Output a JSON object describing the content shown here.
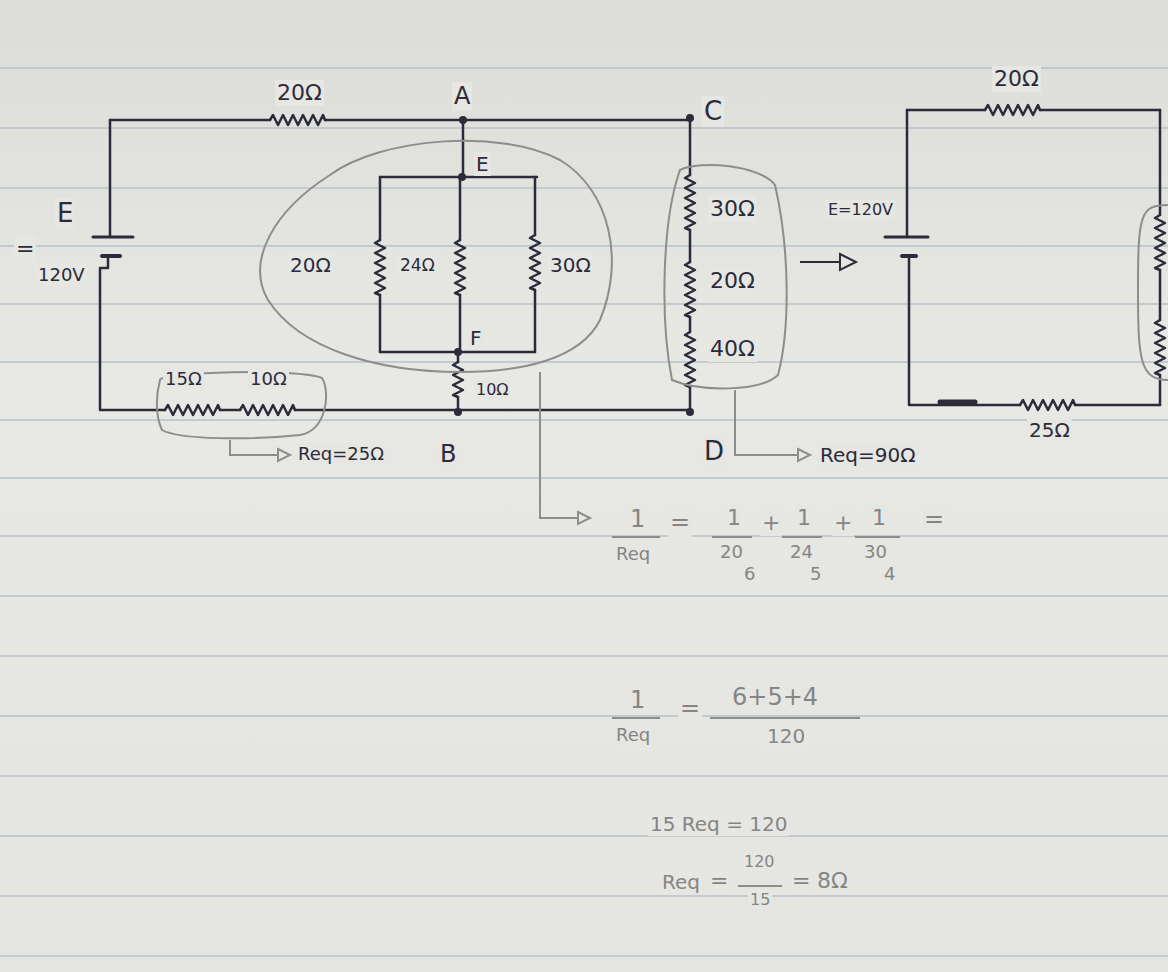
{
  "diagram": {
    "labels": [
      "20Ω",
      "A",
      "C",
      "20Ω",
      "E",
      "=",
      "120V",
      "E",
      "20Ω",
      "24Ω",
      "30Ω",
      "30Ω",
      "E=120V",
      "20Ω",
      "40Ω",
      "F",
      "15Ω",
      "10Ω",
      "10Ω",
      "25Ω",
      "Req=25Ω",
      "B",
      "D",
      "Req=90Ω",
      "1",
      "Req",
      "=",
      "1",
      "20",
      "6",
      "+",
      "1",
      "24",
      "5",
      "+",
      "1",
      "30",
      "4",
      "=",
      "1",
      "Req",
      "=",
      "6+5+4",
      "120",
      "15 Req = 120",
      "Req",
      "=",
      "120",
      "15",
      "=",
      "8Ω"
    ]
  }
}
